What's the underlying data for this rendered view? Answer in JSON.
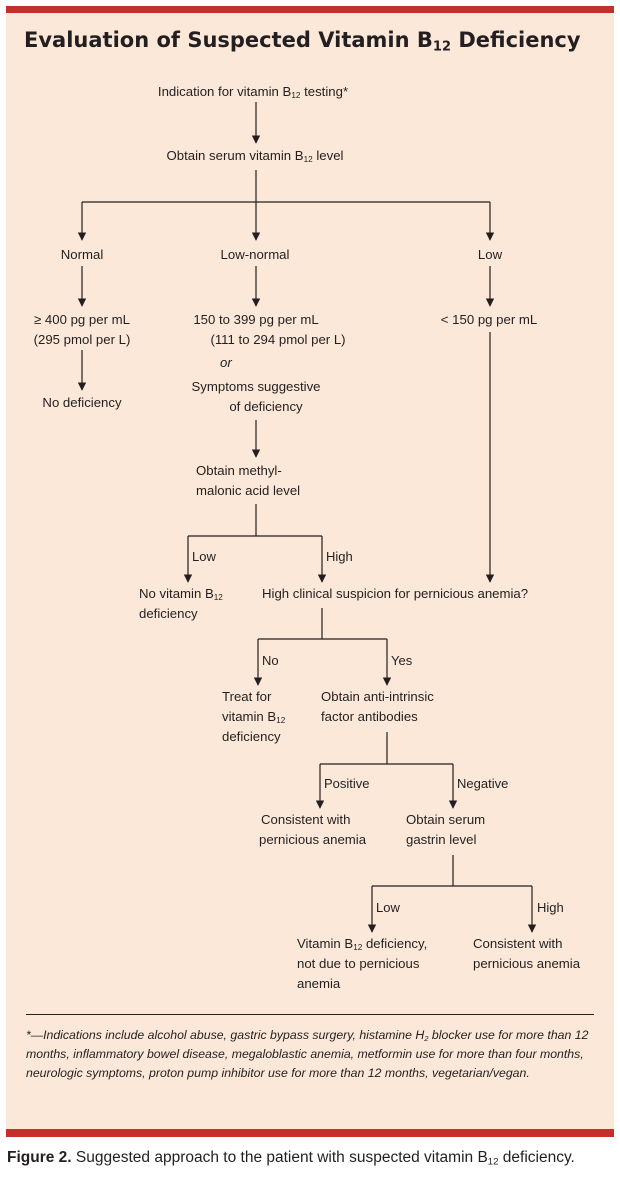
{
  "title": {
    "text": "Evaluation of Suspected Vitamin B",
    "sub": "12",
    "tail": " Deficiency"
  },
  "nodes": {
    "indication": {
      "a": "Indication for vitamin B",
      "sub": "12",
      "b": " testing*"
    },
    "obtain_b12": {
      "a": "Obtain serum vitamin B",
      "sub": "12",
      "b": " level"
    },
    "normal": "Normal",
    "low_normal": "Low-normal",
    "low": "Low",
    "normal_range": [
      "≥ 400 pg per mL",
      "(295 pmol per L)"
    ],
    "low_normal_range": [
      "150 to 399 pg per mL",
      "(111 to 294 pmol per L)"
    ],
    "or": "or",
    "symptoms": [
      "Symptoms suggestive",
      "of deficiency"
    ],
    "low_range": "< 150 pg per mL",
    "no_deficiency": "No deficiency",
    "obtain_mma": [
      "Obtain methyl-",
      "malonic acid level"
    ],
    "no_b12_deficiency": {
      "a": "No vitamin B",
      "sub": "12",
      "b": "deficiency"
    },
    "high_suspicion": "High clinical suspicion for pernicious anemia?",
    "treat": {
      "a": "Treat for",
      "b": "vitamin B",
      "sub": "12",
      "c": "deficiency"
    },
    "obtain_antibodies": [
      "Obtain anti-intrinsic",
      "factor antibodies"
    ],
    "consistent_1": [
      "Consistent with",
      "pernicious anemia"
    ],
    "obtain_gastrin": [
      "Obtain serum",
      "gastrin level"
    ],
    "b12_not_pa": {
      "a": "Vitamin B",
      "sub": "12",
      "b": " deficiency,",
      "c": "not due to pernicious",
      "d": "anemia"
    },
    "consistent_2": [
      "Consistent with",
      "pernicious anemia"
    ]
  },
  "edge_labels": {
    "mma_low": "Low",
    "mma_high": "High",
    "suspicion_no": "No",
    "suspicion_yes": "Yes",
    "antibody_positive": "Positive",
    "antibody_negative": "Negative",
    "gastrin_low": "Low",
    "gastrin_high": "High"
  },
  "footnote": {
    "a": "*—Indications include alcohol abuse, gastric bypass surgery, histamine H",
    "sub": "2",
    "b": " blocker use for more than 12 months, inflammatory bowel disease, megaloblastic anemia, metformin use for more than four months, neurologic symptoms, proton pump inhibitor use for more than 12 months, vegetarian/vegan."
  },
  "caption": {
    "label": "Figure 2.",
    "a": " Suggested approach to the patient with suspected vitamin B",
    "sub": "12",
    "b": " deficiency."
  },
  "colors": {
    "accent_bar": "#c1302b",
    "panel": "#fbe8d8",
    "ink": "#231f20"
  }
}
